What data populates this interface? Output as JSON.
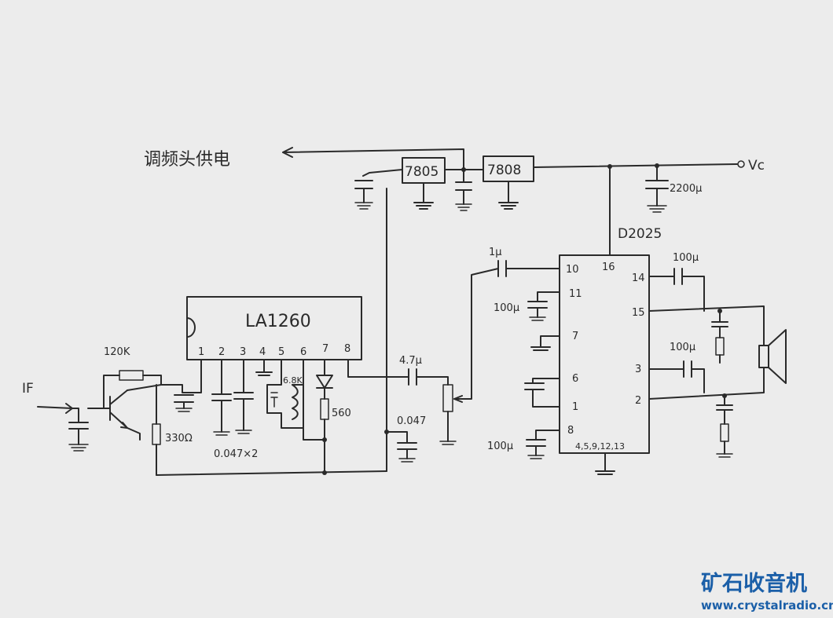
{
  "labels": {
    "feed": "调频头供电",
    "vc": "Vc",
    "reg1": "7805",
    "reg2": "7808",
    "cap_main": "2200μ",
    "amp_ic": "D2025",
    "if_ic": "LA1260",
    "input": "IF",
    "r_bias": "120K",
    "r_emitter": "330Ω",
    "caps_pair": "0.047×2",
    "coil_r": "6.8K",
    "r_diode": "560",
    "cap_coupling": "4.7μ",
    "cap_filter": "0.047",
    "cap_in": "1μ",
    "cap_p11": "100μ",
    "cap_p8": "100μ",
    "cap_p14": "100μ",
    "cap_p3": "100μ"
  },
  "la1260_pins": [
    "1",
    "2",
    "3",
    "4",
    "5",
    "6",
    "7",
    "8"
  ],
  "d2025_pins": {
    "p10": "10",
    "p16": "16",
    "p11": "11",
    "p7": "7",
    "p6": "6",
    "p1": "1",
    "p8": "8",
    "p14": "14",
    "p15": "15",
    "p3": "3",
    "p2": "2",
    "gnd": "4,5,9,12,13"
  },
  "watermark": {
    "site_cn": "矿石收音机",
    "url": "www.crystalradio.cn"
  },
  "colors": {
    "paper": "#ececec",
    "ink": "#2a2a2a",
    "watermark": "#1b5fa8"
  }
}
